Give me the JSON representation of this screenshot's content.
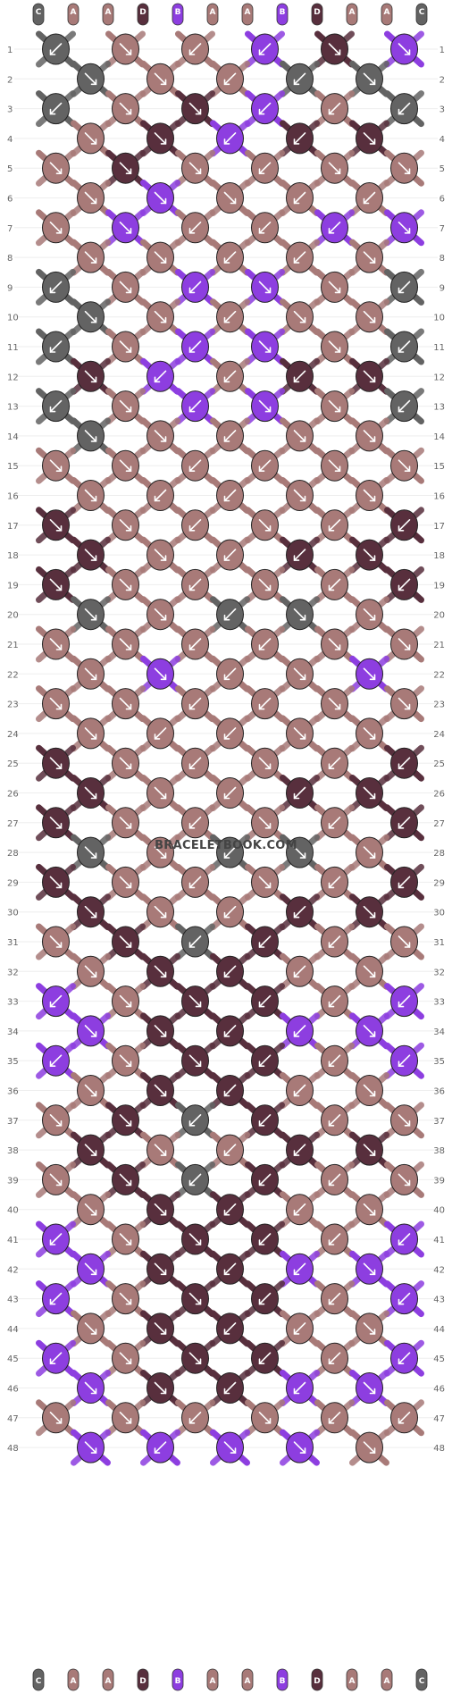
{
  "watermark": "BRACELETBOOK.COM",
  "strings": [
    "C",
    "A",
    "A",
    "D",
    "B",
    "A",
    "A",
    "B",
    "D",
    "A",
    "A",
    "C"
  ],
  "colors": {
    "A": "#a87a78",
    "B": "#8d3ee0",
    "C": "#636363",
    "D": "#582f3d"
  },
  "rows": [
    "1",
    "2",
    "3",
    "4",
    "5",
    "6",
    "7",
    "8",
    "9",
    "10",
    "11",
    "12",
    "13",
    "14",
    "15",
    "16",
    "17",
    "18",
    "19",
    "20",
    "21",
    "22",
    "23",
    "24",
    "25",
    "26",
    "27",
    "28",
    "29",
    "30",
    "31",
    "32",
    "33",
    "34",
    "35",
    "36",
    "37",
    "38",
    "39",
    "40",
    "41",
    "42",
    "43",
    "44",
    "45",
    "46",
    "47",
    "48"
  ],
  "knots": [
    "CAAB|DBAC",
    "CAAC",
    "CADBAC",
    "ADBD",
    "ADAA",
    "ABAAA",
    "ABAAB",
    "AAAA",
    "CABBAC",
    "CAA",
    "CABBAC",
    "DBAD",
    "CABBAC",
    "CAA",
    "AAAA",
    "AAA",
    "DAAAAD",
    "DAAD",
    "DAAAAD",
    "CAC",
    "AAAA",
    "ABA",
    "AAAA",
    "AAA",
    "DAAAAD",
    "DAAD",
    "DAAAAD",
    "CAC",
    "DAAAAD",
    "DAAD",
    "ADCDA",
    "ADDA",
    "BADDAB",
    "BDDB",
    "BADDAB",
    "ADDA",
    "ADCDA",
    "DAAD",
    "ADCDA",
    "ADDA",
    "BADDAB",
    "BDDB",
    "BADDAB",
    "ADDA",
    "BADDAB",
    "BDDB",
    "AAAAAA",
    "BB"
  ],
  "dirs": [
    "lrll|rrrl",
    "rrll",
    "lrrlll",
    "rrll",
    "rrrl",
    "rrrll",
    "rrlll",
    "rrll",
    "lrlrrl",
    "rrl",
    "lrlrrl",
    "rlll",
    "lrlrrl",
    "rrl",
    "rrll",
    "rll",
    "rrlrll",
    "rrll",
    "rrlrll",
    "rrl",
    "rrll",
    "rrl",
    "rrll",
    "rll",
    "rrlrll",
    "rrll",
    "rrlrll",
    "rrl",
    "rrlrll",
    "rrll",
    "rrlll",
    "rrll",
    "lrrlll",
    "rrll",
    "lrrlll",
    "rrll",
    "rrlll",
    "rrll",
    "rrlll",
    "rrll",
    "lrrlll",
    "rrll",
    "lrrlll",
    "rrll",
    "lrrlll",
    "rrll",
    "rrlrll",
    "rl"
  ]
}
